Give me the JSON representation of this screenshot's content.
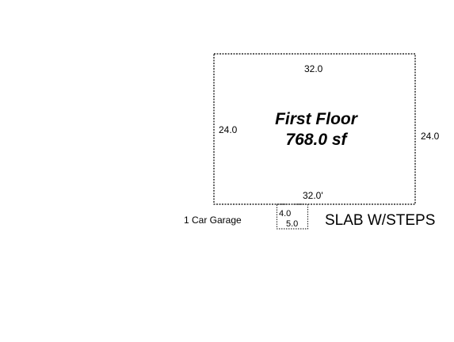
{
  "first_floor": {
    "name": "First Floor",
    "area": "768.0 sf",
    "top_dimension": "32.0",
    "bottom_dimension": "32.0'",
    "left_dimension": "24.0",
    "right_dimension": "24.0"
  },
  "steps": {
    "width_dimension": "4.0",
    "length_dimension": "5.0"
  },
  "labels": {
    "garage": "1 Car Garage",
    "slab": "SLAB W/STEPS"
  }
}
